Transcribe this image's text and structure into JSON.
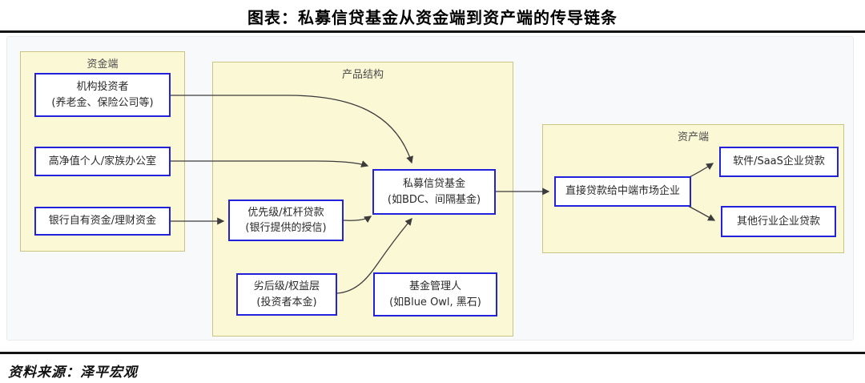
{
  "title": "图表：私募信贷基金从资金端到资产端的传导链条",
  "source": "资料来源：泽平宏观",
  "colors": {
    "panel_bg": "#fbf8d6",
    "panel_border": "#c9c482",
    "box_border": "#2222dd",
    "arrow": "#3c3c3c",
    "canvas_bg": "#f8f9fb"
  },
  "panels": {
    "funding": {
      "label": "资金端"
    },
    "product": {
      "label": "产品结构"
    },
    "asset": {
      "label": "资产端"
    }
  },
  "nodes": {
    "institutional": {
      "line1": "机构投资者",
      "line2": "(养老金、保险公司等)"
    },
    "hnwi": {
      "line1": "高净值个人/家族办公室"
    },
    "bank": {
      "line1": "银行自有资金/理财资金"
    },
    "senior": {
      "line1": "优先级/杠杆贷款",
      "line2": "(银行提供的授信)"
    },
    "fund": {
      "line1": "私募信贷基金",
      "line2": "(如BDC、间隔基金)"
    },
    "junior": {
      "line1": "劣后级/权益层",
      "line2": "(投资者本金)"
    },
    "manager": {
      "line1": "基金管理人",
      "line2": "(如Blue Owl, 黑石)"
    },
    "direct": {
      "line1": "直接贷款给中端市场企业"
    },
    "saas": {
      "line1": "软件/SaaS企业贷款"
    },
    "other": {
      "line1": "其他行业企业贷款"
    }
  }
}
